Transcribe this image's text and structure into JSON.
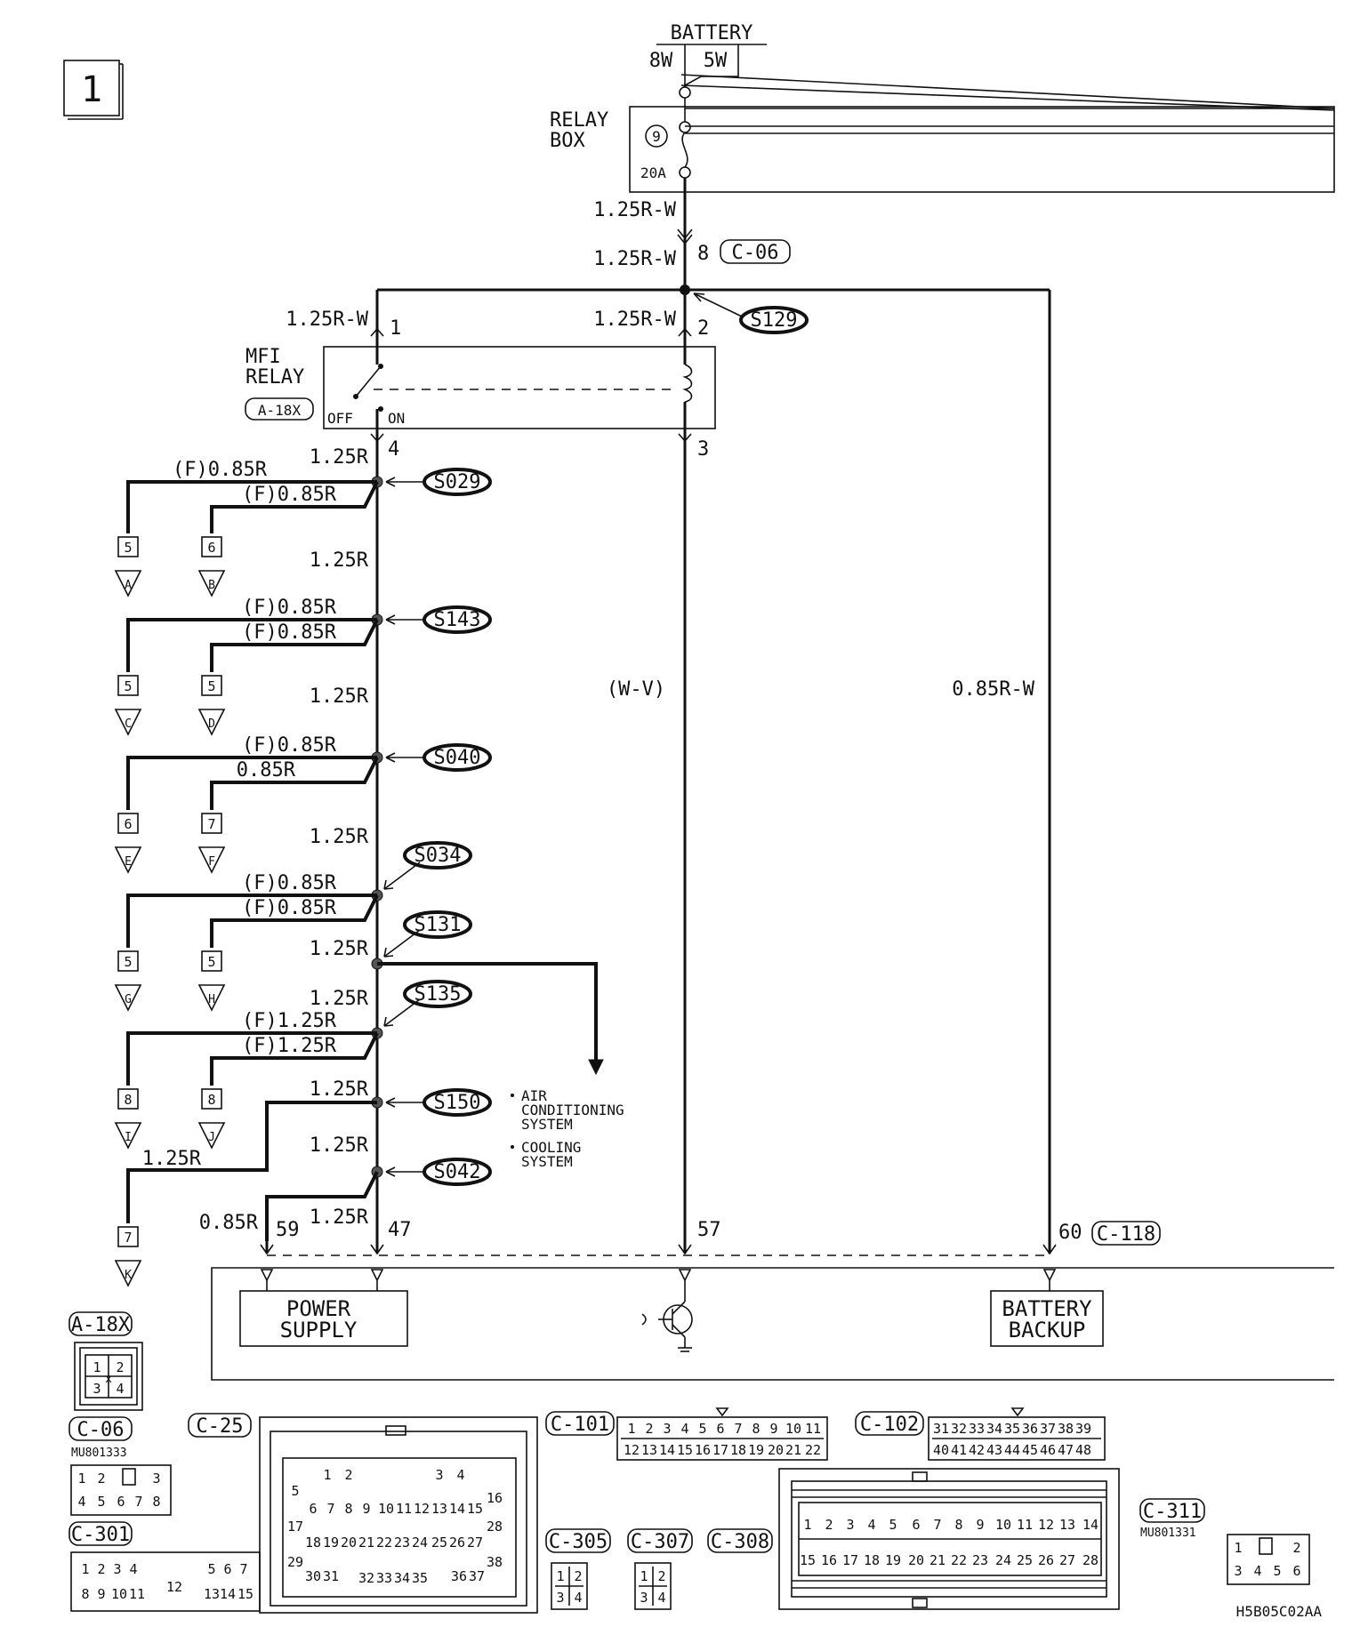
{
  "page_number": "1",
  "battery": {
    "label": "BATTERY",
    "wire_left": "8W",
    "wire_right": "5W"
  },
  "relay_box": {
    "label_1": "RELAY",
    "label_2": "BOX",
    "fuse_no": "9",
    "fuse_rating": "20A"
  },
  "main_feed": {
    "wire_1": "1.25R-W",
    "wire_2": "1.25R-W",
    "pin": "8",
    "connector": "C-06"
  },
  "splice_main": "S129",
  "mfi_relay": {
    "label_1": "MFI",
    "label_2": "RELAY",
    "connector": "A-18X",
    "off": "OFF",
    "on": "ON",
    "wire_pin1": "1.25R-W",
    "pin1": "1",
    "wire_pin2": "1.25R-W",
    "pin2": "2",
    "wire_pin4": "1.25R",
    "pin4": "4",
    "pin3": "3"
  },
  "branches": [
    {
      "splice": "S029",
      "wire_a": "(F)0.85R",
      "wire_b": "(F)0.85R",
      "pin_a": "5",
      "pin_b": "6",
      "ref_a": "A",
      "ref_b": "B"
    },
    {
      "splice": "S143",
      "wire_a": "(F)0.85R",
      "wire_b": "(F)0.85R",
      "pin_a": "5",
      "pin_b": "5",
      "ref_a": "C",
      "ref_b": "D"
    },
    {
      "splice": "S040",
      "wire_a": "(F)0.85R",
      "wire_b": "0.85R",
      "pin_a": "6",
      "pin_b": "7",
      "ref_a": "E",
      "ref_b": "F"
    },
    {
      "splice": "S034",
      "wire_a": "(F)0.85R",
      "wire_b": "(F)0.85R",
      "pin_a": "5",
      "pin_b": "5",
      "ref_a": "G",
      "ref_b": "H"
    },
    {
      "splice": "S135",
      "wire_a": "(F)1.25R",
      "wire_b": "(F)1.25R",
      "pin_a": "8",
      "pin_b": "8",
      "ref_a": "I",
      "ref_b": "J"
    }
  ],
  "trunk_labels": [
    "1.25R",
    "1.25R",
    "1.25R",
    "1.25R",
    "1.25R",
    "1.25R",
    "1.25R",
    "1.25R"
  ],
  "splice_s131": "S131",
  "splice_s150": "S150",
  "splice_s042": "S042",
  "branch_k": {
    "wire": "1.25R",
    "pin": "7",
    "ref": "K"
  },
  "bottom_wires": {
    "w1": "0.85R",
    "pin59": "59",
    "w2": "1.25R",
    "pin47": "47"
  },
  "mid_wire": {
    "label": "(W-V)",
    "pin": "57"
  },
  "right_wire": {
    "label": "0.85R-W",
    "pin": "60",
    "connector": "C-118"
  },
  "ac_note": {
    "line1": "AIR",
    "line2": "CONDITIONING",
    "line3": "SYSTEM",
    "line4": "COOLING",
    "line5": "SYSTEM"
  },
  "ecu": {
    "power_1": "POWER",
    "power_2": "SUPPLY",
    "batt_1": "BATTERY",
    "batt_2": "BACKUP"
  },
  "connectors": {
    "a18x": "A-18X",
    "c06": "C-06",
    "c06_part": "MU801333",
    "c25": "C-25",
    "c101": "C-101",
    "c102": "C-102",
    "c301": "C-301",
    "c305": "C-305",
    "c307": "C-307",
    "c308": "C-308",
    "c311": "C-311",
    "c311_part": "MU801331"
  },
  "figure_code": "H5B05C02AA"
}
